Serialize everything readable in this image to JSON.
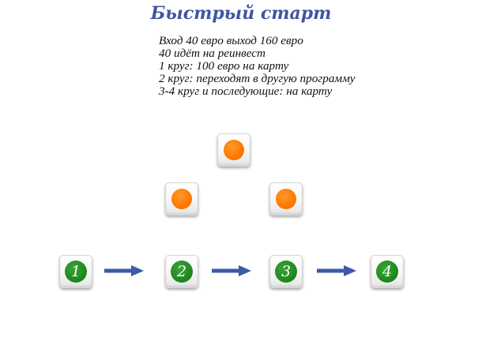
{
  "title": "Быстрый старт",
  "description": [
    "Вход 40 евро выход 160 евро",
    "40 идёт на реинвест",
    "1 круг: 100 евро на карту",
    "2 круг: переходят в другую программу",
    "3-4 круг и последующие: на карту"
  ],
  "steps": [
    "1",
    "2",
    "3",
    "4"
  ],
  "colors": {
    "title": "#3f55a3",
    "orange_dot": "#ff7a05",
    "green_circle": "#1f8a1f",
    "arrow": "#3b5aa8"
  },
  "icons": {
    "node": "orange-dot-icon",
    "step": "green-number-circle",
    "connector": "right-arrow-icon"
  }
}
